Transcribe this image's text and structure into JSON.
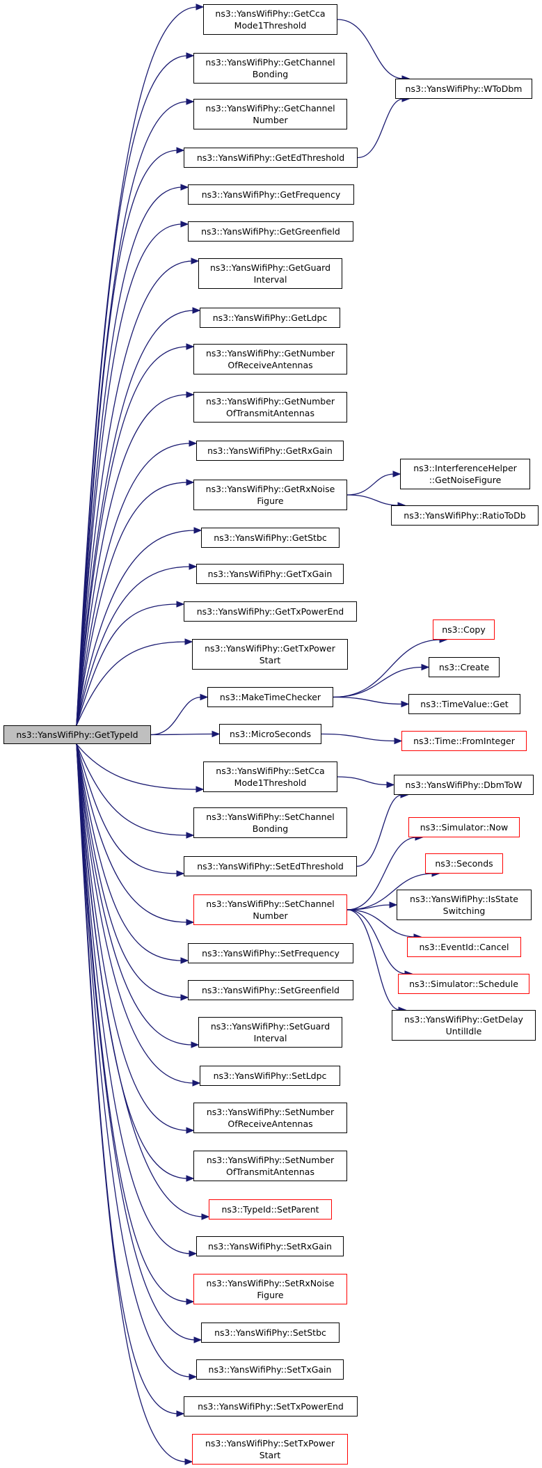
{
  "nodes": {
    "root": "ns3::YansWifiPhy::GetTypeId",
    "getcca": [
      "ns3::YansWifiPhy::GetCca",
      "Mode1Threshold"
    ],
    "getchbond": [
      "ns3::YansWifiPhy::GetChannel",
      "Bonding"
    ],
    "getchnum": [
      "ns3::YansWifiPhy::GetChannel",
      "Number"
    ],
    "getedth": "ns3::YansWifiPhy::GetEdThreshold",
    "getfreq": "ns3::YansWifiPhy::GetFrequency",
    "getgreen": "ns3::YansWifiPhy::GetGreenfield",
    "getguard": [
      "ns3::YansWifiPhy::GetGuard",
      "Interval"
    ],
    "getldpc": "ns3::YansWifiPhy::GetLdpc",
    "getnumrx": [
      "ns3::YansWifiPhy::GetNumber",
      "OfReceiveAntennas"
    ],
    "getnumtx": [
      "ns3::YansWifiPhy::GetNumber",
      "OfTransmitAntennas"
    ],
    "getrxgain": "ns3::YansWifiPhy::GetRxGain",
    "getrxnoise": [
      "ns3::YansWifiPhy::GetRxNoise",
      "Figure"
    ],
    "getstbc": "ns3::YansWifiPhy::GetStbc",
    "gettxgain": "ns3::YansWifiPhy::GetTxGain",
    "gettxend": "ns3::YansWifiPhy::GetTxPowerEnd",
    "gettxstart": [
      "ns3::YansWifiPhy::GetTxPower",
      "Start"
    ],
    "maketime": "ns3::MakeTimeChecker",
    "micro": "ns3::MicroSeconds",
    "setcca": [
      "ns3::YansWifiPhy::SetCca",
      "Mode1Threshold"
    ],
    "setchbond": [
      "ns3::YansWifiPhy::SetChannel",
      "Bonding"
    ],
    "setedth": "ns3::YansWifiPhy::SetEdThreshold",
    "setchnum": [
      "ns3::YansWifiPhy::SetChannel",
      "Number"
    ],
    "setfreq": "ns3::YansWifiPhy::SetFrequency",
    "setgreen": "ns3::YansWifiPhy::SetGreenfield",
    "setguard": [
      "ns3::YansWifiPhy::SetGuard",
      "Interval"
    ],
    "setldpc": "ns3::YansWifiPhy::SetLdpc",
    "setnumrx": [
      "ns3::YansWifiPhy::SetNumber",
      "OfReceiveAntennas"
    ],
    "setnumtx": [
      "ns3::YansWifiPhy::SetNumber",
      "OfTransmitAntennas"
    ],
    "setparent": "ns3::TypeId::SetParent",
    "setrxgain": "ns3::YansWifiPhy::SetRxGain",
    "setrxnoise": [
      "ns3::YansWifiPhy::SetRxNoise",
      "Figure"
    ],
    "setstbc": "ns3::YansWifiPhy::SetStbc",
    "settxgain": "ns3::YansWifiPhy::SetTxGain",
    "settxend": "ns3::YansWifiPhy::SetTxPowerEnd",
    "settxstart": [
      "ns3::YansWifiPhy::SetTxPower",
      "Start"
    ],
    "wtodbm": "ns3::YansWifiPhy::WToDbm",
    "noisefig": [
      "ns3::InterferenceHelper",
      "::GetNoiseFigure"
    ],
    "ratiotodb": "ns3::YansWifiPhy::RatioToDb",
    "copy": "ns3::Copy",
    "create": "ns3::Create",
    "timeget": "ns3::TimeValue::Get",
    "fromint": "ns3::Time::FromInteger",
    "dbmtow": "ns3::YansWifiPhy::DbmToW",
    "simnow": "ns3::Simulator::Now",
    "seconds": "ns3::Seconds",
    "isstate": [
      "ns3::YansWifiPhy::IsState",
      "Switching"
    ],
    "cancel": "ns3::EventId::Cancel",
    "schedule": "ns3::Simulator::Schedule",
    "getdelay": [
      "ns3::YansWifiPhy::GetDelay",
      "UntilIdle"
    ]
  },
  "colors": {
    "edge": "#191970",
    "red_border": "#ff0000",
    "root_fill": "#bfbfbf"
  }
}
